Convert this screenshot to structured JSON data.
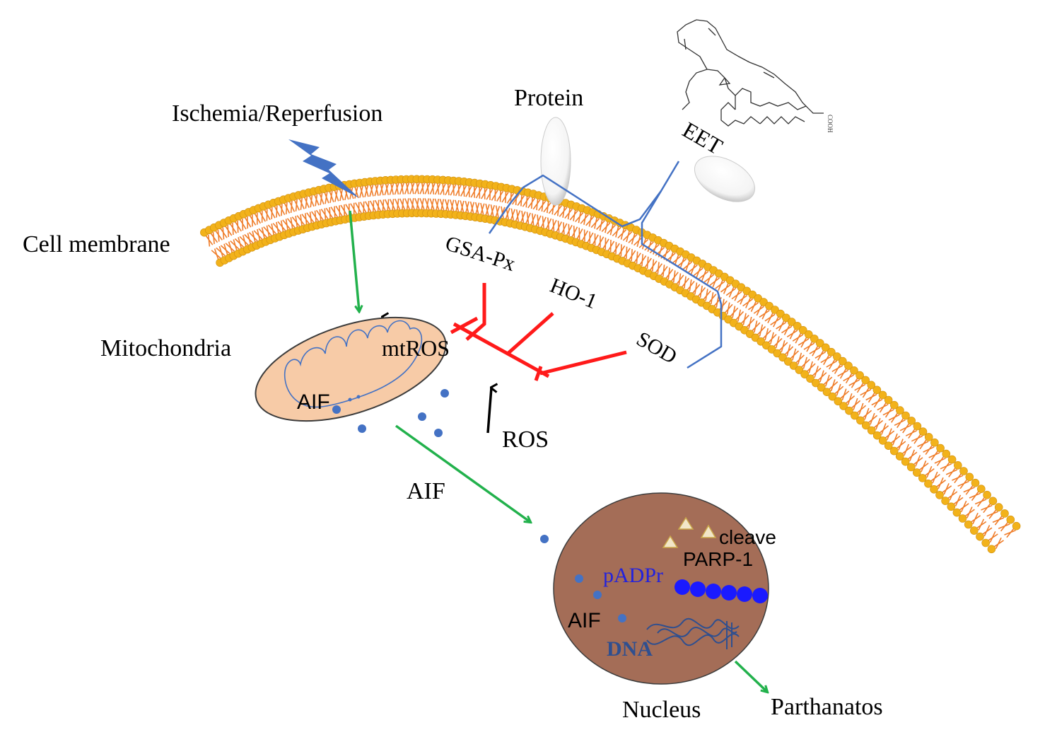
{
  "labels": {
    "ischemia": "Ischemia/Reperfusion",
    "protein": "Protein",
    "eet": "EET",
    "cell_membrane": "Cell membrane",
    "gsa_px": "GSA-Px",
    "ho1": "HO-1",
    "sod": "SOD",
    "mitochondria": "Mitochondria",
    "mtros": "mtROS",
    "aif_mito": "AIF",
    "ros": "ROS",
    "aif_free": "AIF",
    "cleave": "cleave",
    "parp1": "PARP-1",
    "padpr": "pADPr",
    "aif_nucleus": "AIF",
    "dna": "DNA",
    "nucleus": "Nucleus",
    "parthanatos": "Parthanatos",
    "cooh": "COOH"
  },
  "colors": {
    "lipid_head": "#f2b21a",
    "lipid_tail": "#ef7d2a",
    "activation_arrow": "#22b14c",
    "inhibition": "#ff1a1a",
    "bracket": "#4472c4",
    "lightning": "#4472c4",
    "mitochondrion_fill": "#f7cba7",
    "nucleus_fill": "#a46d57",
    "aif_dot": "#4472c4",
    "padpr_chain": "#1a1aff",
    "padpr_text": "#2222dd",
    "dna": "#2f4f8f"
  },
  "icons": [
    "lightning-icon",
    "protein-channel-icon",
    "eet-molecule-icon"
  ]
}
